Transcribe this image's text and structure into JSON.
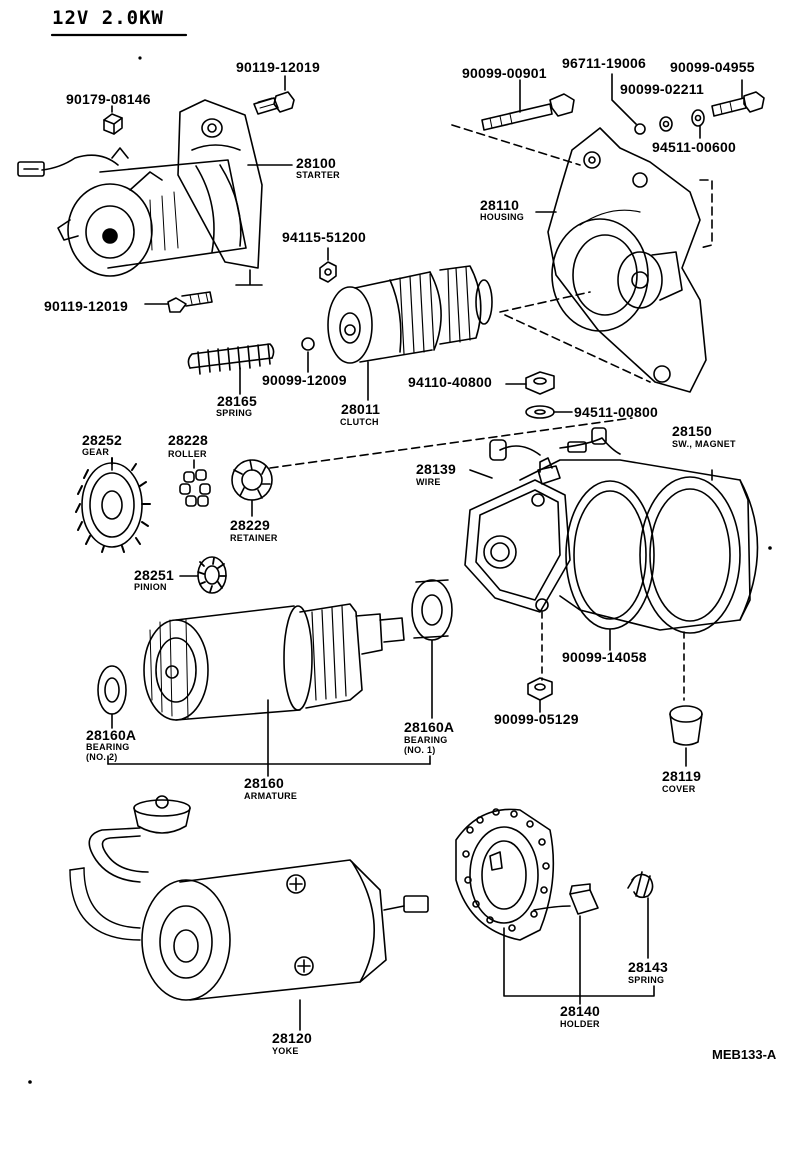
{
  "header": {
    "title": "12V 2.0KW"
  },
  "diagram_code": "MEB133-A",
  "parts": [
    {
      "id": "p-90179-08146",
      "number": "90179-08146",
      "name": ""
    },
    {
      "id": "p-90119-12019-top",
      "number": "90119-12019",
      "name": ""
    },
    {
      "id": "p-28100",
      "number": "28100",
      "name": "STARTER"
    },
    {
      "id": "p-90119-12019-low",
      "number": "90119-12019",
      "name": ""
    },
    {
      "id": "p-94115-51200",
      "number": "94115-51200",
      "name": ""
    },
    {
      "id": "p-28165",
      "number": "28165",
      "name": "SPRING"
    },
    {
      "id": "p-90099-12009",
      "number": "90099-12009",
      "name": ""
    },
    {
      "id": "p-28011",
      "number": "28011",
      "name": "CLUTCH"
    },
    {
      "id": "p-90099-00901",
      "number": "90099-00901",
      "name": ""
    },
    {
      "id": "p-96711-19006",
      "number": "96711-19006",
      "name": ""
    },
    {
      "id": "p-90099-04955",
      "number": "90099-04955",
      "name": ""
    },
    {
      "id": "p-90099-02211",
      "number": "90099-02211",
      "name": ""
    },
    {
      "id": "p-94511-00600",
      "number": "94511-00600",
      "name": ""
    },
    {
      "id": "p-28110",
      "number": "28110",
      "name": "HOUSING"
    },
    {
      "id": "p-94110-40800",
      "number": "94110-40800",
      "name": ""
    },
    {
      "id": "p-94511-00800",
      "number": "94511-00800",
      "name": ""
    },
    {
      "id": "p-28252",
      "number": "28252",
      "name": "GEAR"
    },
    {
      "id": "p-28228",
      "number": "28228",
      "name": "ROLLER"
    },
    {
      "id": "p-28229",
      "number": "28229",
      "name": "RETAINER"
    },
    {
      "id": "p-28251",
      "number": "28251",
      "name": "PINION"
    },
    {
      "id": "p-28139",
      "number": "28139",
      "name": "WIRE"
    },
    {
      "id": "p-28150",
      "number": "28150",
      "name": "SW., MAGNET"
    },
    {
      "id": "p-90099-14058",
      "number": "90099-14058",
      "name": ""
    },
    {
      "id": "p-90099-05129",
      "number": "90099-05129",
      "name": ""
    },
    {
      "id": "p-28119",
      "number": "28119",
      "name": "COVER"
    },
    {
      "id": "p-28160A-2",
      "number": "28160A",
      "name": "BEARING",
      "sub": "(NO. 2)"
    },
    {
      "id": "p-28160A-1",
      "number": "28160A",
      "name": "BEARING",
      "sub": "(NO. 1)"
    },
    {
      "id": "p-28160",
      "number": "28160",
      "name": "ARMATURE"
    },
    {
      "id": "p-28120",
      "number": "28120",
      "name": "YOKE"
    },
    {
      "id": "p-28143",
      "number": "28143",
      "name": "SPRING"
    },
    {
      "id": "p-28140",
      "number": "28140",
      "name": "HOLDER"
    }
  ]
}
